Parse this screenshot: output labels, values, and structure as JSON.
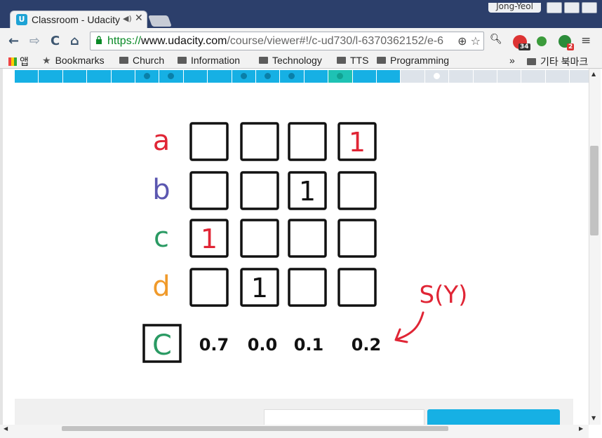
{
  "browser": {
    "user_name": "Jong-Yeol",
    "tab": {
      "title": "Classroom - Udacity",
      "icon": "udacity-icon"
    },
    "nav": {
      "back": "←",
      "forward": "⇨",
      "reload": "C",
      "home": "⌂"
    },
    "url": {
      "scheme": "https://",
      "host": "www.udacity.com",
      "path": "/course/viewer#!/c-ud730/l-6370362152/e-6"
    },
    "extensions": {
      "badge1": "34",
      "badge2": "2"
    }
  },
  "bookmarks": {
    "apps": "앱",
    "items": [
      "Bookmarks",
      "Church",
      "Information",
      "Technology",
      "TTS",
      "Programming"
    ],
    "overflow": "»",
    "other": "기타 북마크"
  },
  "colors": {
    "udacity_blue": "#16b0e4",
    "current_teal": "#1ec2b4",
    "upcoming_gray": "#dde3ea",
    "ink_red": "#e02535",
    "ink_blue": "#5b57b0",
    "ink_green": "#2a9a63",
    "ink_orange": "#f09a2a"
  },
  "whiteboard": {
    "row_labels": [
      "a",
      "b",
      "c",
      "d"
    ],
    "cells": [
      [
        "",
        "",
        "",
        "1"
      ],
      [
        "",
        "",
        "1",
        ""
      ],
      [
        "1",
        "",
        "",
        ""
      ],
      [
        "",
        "1",
        "",
        ""
      ]
    ],
    "score_label": "C",
    "scores": [
      "0.7",
      "0.0",
      "0.1",
      "0.2"
    ],
    "annotation": "S(Y)"
  }
}
